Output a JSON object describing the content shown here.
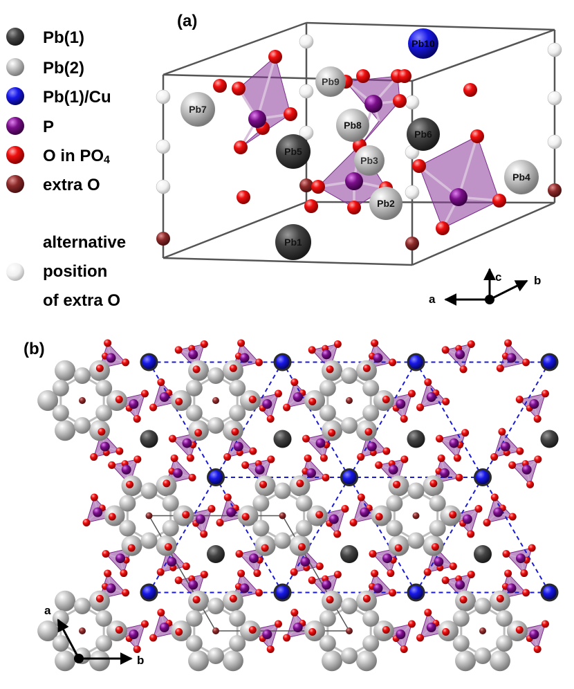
{
  "panels": {
    "a": "(a)",
    "b": "(b)"
  },
  "legend": [
    {
      "label": "Pb(1)",
      "color": "#3a3a3a"
    },
    {
      "label": "Pb(2)",
      "color": "#b4b4b4"
    },
    {
      "label": "Pb(1)/Cu",
      "color": "#1515e0"
    },
    {
      "label": "P",
      "color": "#7a0f8a"
    },
    {
      "label": "O in PO",
      "sub": "4",
      "color": "#f01010"
    },
    {
      "label": "extra O",
      "color": "#8c2a2a"
    }
  ],
  "legend_alt": {
    "lines": [
      "alternative",
      "position",
      "of extra O"
    ],
    "color": "#f2f2f2"
  },
  "atom_labels": [
    "Pb10",
    "Pb9",
    "Pb7",
    "Pb8",
    "Pb6",
    "Pb5",
    "Pb3",
    "Pb4",
    "Pb2",
    "Pb1"
  ],
  "axes_a": {
    "c": "c",
    "b": "b",
    "a": "a"
  },
  "axes_b": {
    "a": "a",
    "b": "b"
  },
  "colors": {
    "pb1": "#3a3a3a",
    "pb2": "#b4b4b4",
    "cu": "#1515e0",
    "p": "#7a0f8a",
    "o": "#f01010",
    "extra_o": "#8c2a2a",
    "alt_o": "#f2f2f2",
    "polyhedron": "#8a3a9a",
    "cell_line": "#555555",
    "dashed": "#1a1ad0"
  }
}
